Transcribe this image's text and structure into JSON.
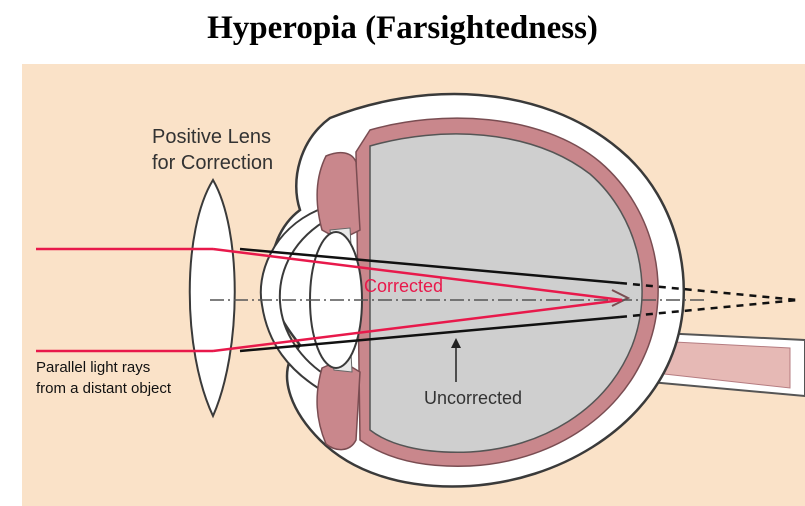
{
  "title": "Hyperopia (Farsightedness)",
  "labels": {
    "lens_line1": "Positive Lens",
    "lens_line2": "for Correction",
    "rays_line1": "Parallel light rays",
    "rays_line2": "from a distant object",
    "corrected": "Corrected",
    "uncorrected": "Uncorrected"
  },
  "colors": {
    "background": "#fae2c8",
    "corrected_ray": "#e8194b",
    "eye_interior": "#cfcfcf",
    "choroid": "#c9878c",
    "sclera": "#ffffff"
  }
}
